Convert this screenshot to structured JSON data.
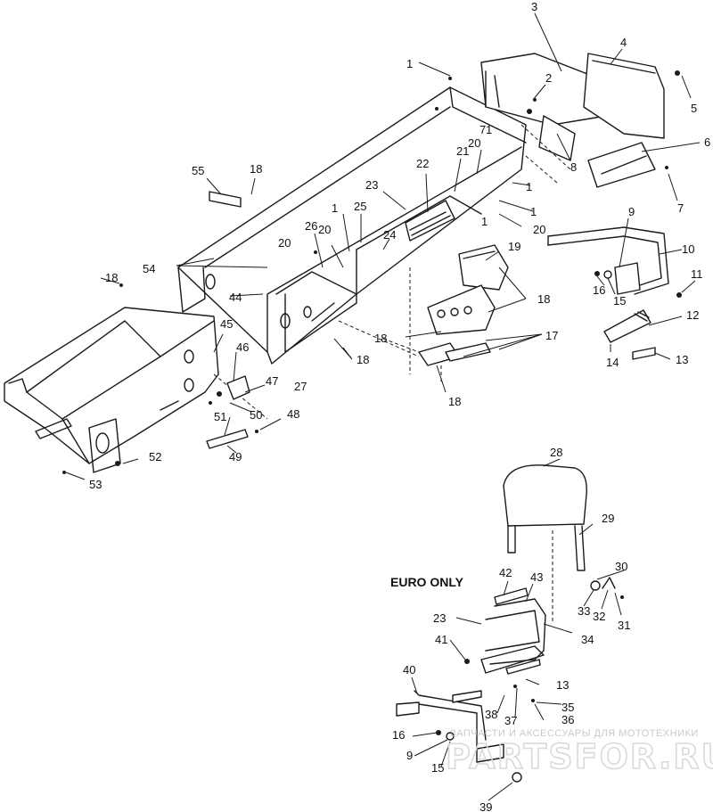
{
  "diagram": {
    "section_label": "EURO ONLY",
    "callouts": [
      "1",
      "2",
      "3",
      "4",
      "5",
      "6",
      "7",
      "8",
      "9",
      "10",
      "11",
      "12",
      "13",
      "14",
      "15",
      "16",
      "17",
      "18",
      "19",
      "20",
      "21",
      "22",
      "23",
      "24",
      "25",
      "26",
      "27",
      "28",
      "29",
      "30",
      "31",
      "32",
      "33",
      "34",
      "35",
      "36",
      "37",
      "38",
      "39",
      "40",
      "41",
      "42",
      "43",
      "44",
      "45",
      "46",
      "47",
      "48",
      "49",
      "50",
      "51",
      "52",
      "53",
      "54",
      "55"
    ]
  },
  "watermark": {
    "tagline": "ЗАПЧАСТИ И АКСЕССУАРЫ ДЛЯ МОТОТЕХНИКИ",
    "brand": "PARTSFOR.RU"
  }
}
